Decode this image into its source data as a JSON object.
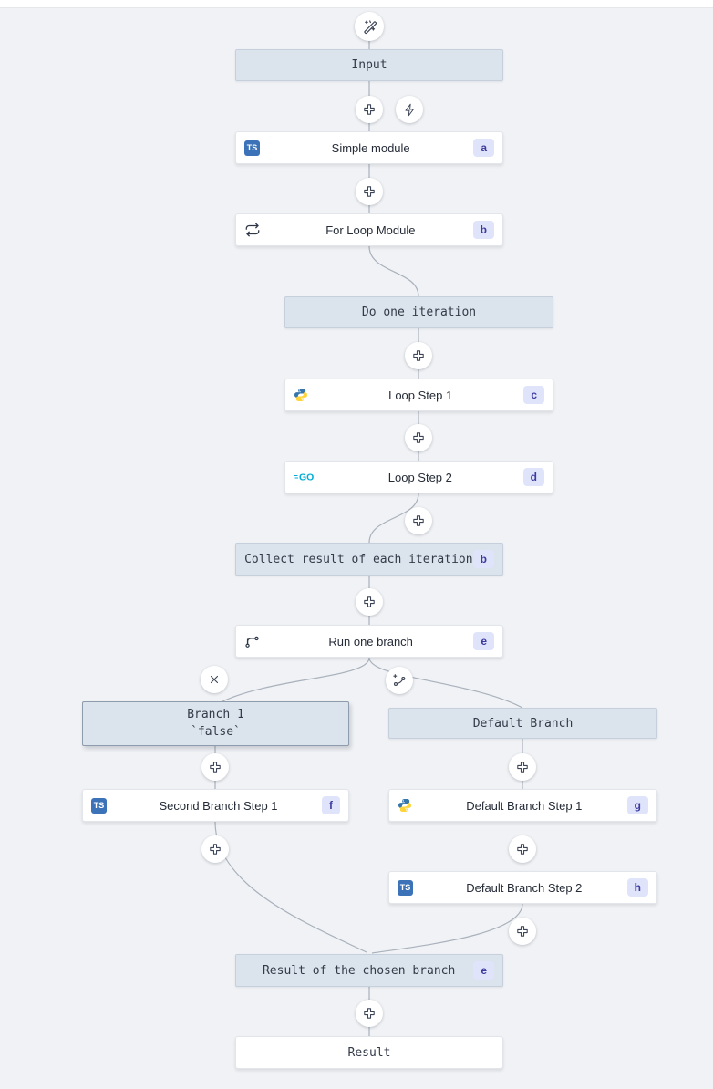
{
  "palette": {
    "canvas_background": "#f0f2f5",
    "virtual_box_bg": "#dbe3ed",
    "virtual_box_border": "#c6d0dc",
    "selected_box_border": "#8f9cad",
    "module_box_bg": "#ffffff",
    "badge_bg": "#e0e4fb",
    "badge_text": "#3d3a9f",
    "connector": "#a9b1bc",
    "icon_stroke": "#3c4557",
    "typescript_blue": "#3b72b8",
    "python_blue": "#3776ab",
    "python_yellow": "#ffd43b",
    "go_cyan": "#00acd7"
  },
  "icons": {
    "ts_label": "TS",
    "go_label": "GO",
    "ai_builder": "wand-sparkles-icon",
    "insert_step": "plus-icon",
    "trigger": "zap-icon",
    "remove_branch": "x-icon",
    "add_branch": "branch-plus-icon",
    "for_loop": "repeat-icon",
    "branch_one": "split-branch-icon"
  },
  "nodes": {
    "input": {
      "label": "Input"
    },
    "simple_module": {
      "label": "Simple module",
      "badge": "a",
      "language": "typescript"
    },
    "for_loop": {
      "label": "For Loop Module",
      "badge": "b"
    },
    "do_one_iteration": {
      "label": "Do one iteration"
    },
    "loop_step_1": {
      "label": "Loop Step 1",
      "badge": "c",
      "language": "python"
    },
    "loop_step_2": {
      "label": "Loop Step 2",
      "badge": "d",
      "language": "go"
    },
    "collect_result": {
      "label": "Collect result of each iteration",
      "badge": "b"
    },
    "run_one_branch": {
      "label": "Run one branch",
      "badge": "e"
    },
    "branch_1": {
      "label": "Branch 1",
      "condition": "`false`"
    },
    "default_branch": {
      "label": "Default Branch"
    },
    "second_branch_step_1": {
      "label": "Second Branch Step 1",
      "badge": "f",
      "language": "typescript"
    },
    "default_branch_step_1": {
      "label": "Default Branch Step 1",
      "badge": "g",
      "language": "python"
    },
    "default_branch_step_2": {
      "label": "Default Branch Step 2",
      "badge": "h",
      "language": "typescript"
    },
    "result_of_chosen_branch": {
      "label": "Result of the chosen branch",
      "badge": "e"
    },
    "result": {
      "label": "Result"
    }
  }
}
